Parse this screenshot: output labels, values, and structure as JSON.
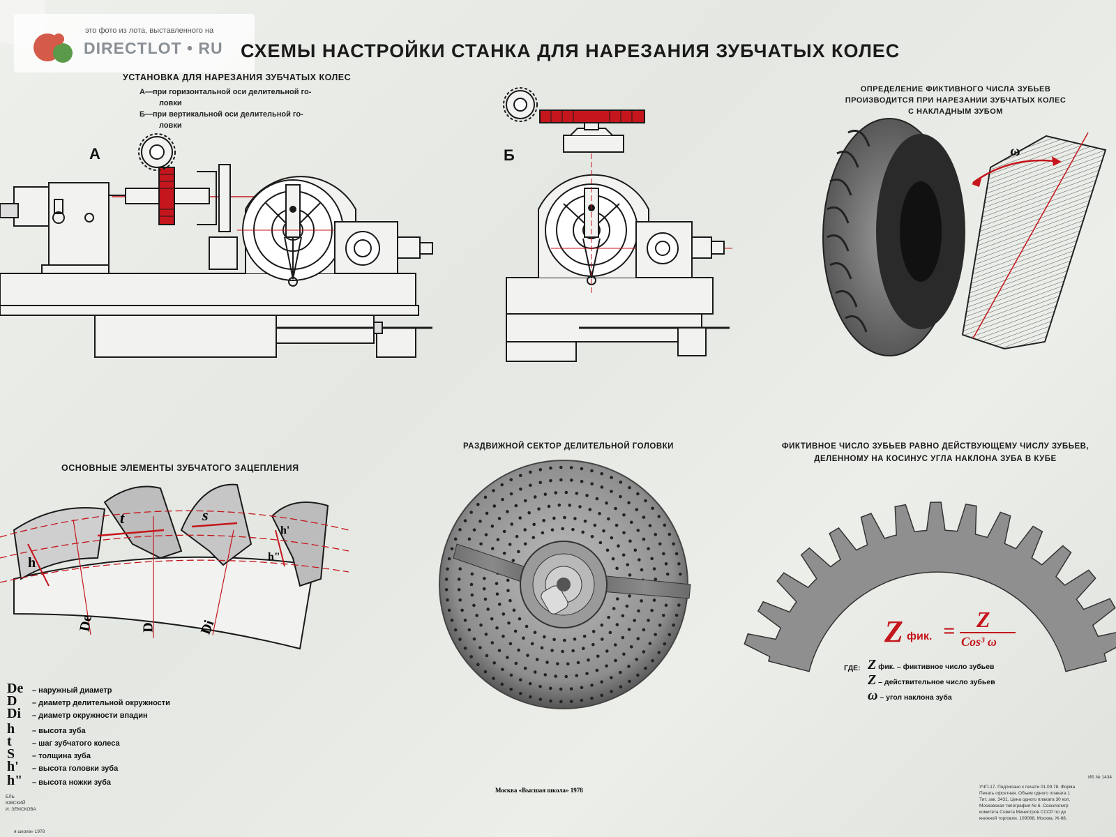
{
  "watermark": {
    "caption": "это фото из лота, выставленного на",
    "brand": "DIRECTLOT • RU"
  },
  "title": "СХЕМЫ НАСТРОЙКИ СТАНКА ДЛЯ НАРЕЗАНИЯ ЗУБЧАТЫХ КОЛЕС",
  "setup": {
    "heading": "УСТАНОВКА ДЛЯ НАРЕЗАНИЯ ЗУБЧАТЫХ КОЛЕС",
    "line_a1": "А—при горизонтальной оси делительной го-",
    "line_a2": "ловки",
    "line_b1": "Б—при вертикальной оси делительной го-",
    "line_b2": "ловки",
    "label_a": "А",
    "label_b": "Б"
  },
  "fictive": {
    "heading1": "ОПРЕДЕЛЕНИЕ ФИКТИВНОГО ЧИСЛА ЗУБЬЕВ",
    "heading2": "ПРОИЗВОДИТСЯ ПРИ НАРЕЗАНИИ ЗУБЧАТЫХ КОЛЕС",
    "heading3": "С НАКЛАДНЫМ ЗУБОМ",
    "omega": "ω"
  },
  "mesh": {
    "heading": "ОСНОВНЫЕ ЭЛЕМЕНТЫ ЗУБЧАТОГО ЗАЦЕПЛЕНИЯ",
    "labels": {
      "t": "t",
      "s": "s",
      "h": "h",
      "h1": "h'",
      "h2": "h\"",
      "De": "De",
      "D": "D",
      "Di": "Di"
    },
    "legend": [
      {
        "sym": "De",
        "text": "– наружный диаметр"
      },
      {
        "sym": "D",
        "text": "– диаметр делительной окружности"
      },
      {
        "sym": "Di",
        "text": "– диаметр окружности впадин"
      },
      {
        "sym": "h",
        "text": "– высота зуба"
      },
      {
        "sym": "t",
        "text": "– шаг зубчатого колеса"
      },
      {
        "sym": "S",
        "text": "– толщина зуба"
      },
      {
        "sym": "h'",
        "text": "– высота головки зуба"
      },
      {
        "sym": "h\"",
        "text": "– высота ножки зуба"
      }
    ]
  },
  "sector": {
    "heading": "РАЗДВИЖНОЙ СЕКТОР ДЕЛИТЕЛЬНОЙ ГОЛОВКИ"
  },
  "equal": {
    "heading1": "ФИКТИВНОЕ ЧИСЛО ЗУБЬЕВ РАВНО ДЕЙСТВУЮЩЕМУ ЧИСЛУ ЗУБЬЕВ,",
    "heading2": "ДЕЛЕННОМУ НА КОСИНУС УГЛА НАКЛОНА ЗУБА В КУБЕ"
  },
  "formula": {
    "lhs_z": "Z",
    "lhs_sub": "фик.",
    "eq": "=",
    "num": "Z",
    "den": "Cos³ ω",
    "where": "ГДЕ:",
    "defs": [
      {
        "sym": "Z",
        "sub": "фик.",
        "text": "– фиктивное число зубьев"
      },
      {
        "sym": "Z",
        "sub": "",
        "text": "– действительное число зубьев"
      },
      {
        "sym": "ω",
        "sub": "",
        "text": "– угол наклона зуба"
      }
    ]
  },
  "footer": {
    "publisher": "Москва «Высшая школа» 1978",
    "isbn": "ИБ № 1434",
    "imprint": [
      "УЧП-17. Подписано к печати 01.09.78. Форма",
      "Печать офсетная. Объем одного плаката 1",
      "Тит. зак. 3431. Цена одного плаката 30 коп.",
      "Московская типография № 6. Союзполигр",
      "комитета Совета Министров СССР по де",
      "книжной торговли. 109088, Москва, Ж-88,"
    ],
    "left_frag": [
      "ЕЛЬ",
      "ЮВСКИЙ",
      "И. ЗЕМСКОВА"
    ],
    "bottom_frag": "я школа» 1978"
  },
  "colors": {
    "accent_red": "#c4161c",
    "ink": "#1a1a1a",
    "paper": "#e9ebe7"
  }
}
